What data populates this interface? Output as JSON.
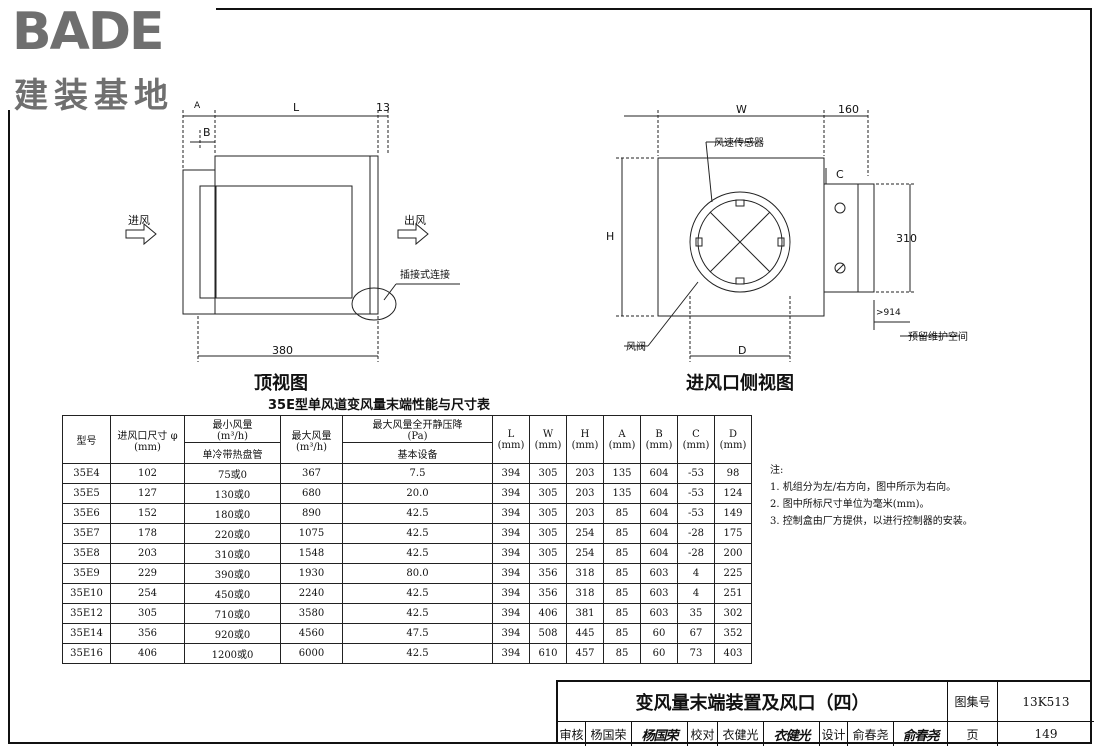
{
  "brand": {
    "logo": "BADE",
    "subtitle": "建装基地"
  },
  "top_view": {
    "title": "顶视图",
    "dim_A": "A",
    "dim_L": "L",
    "dim_13": "13",
    "dim_B": "B",
    "dim_380": "380",
    "inlet": "进风",
    "outlet": "出风",
    "slip_joint": "插接式连接"
  },
  "side_view": {
    "title": "进风口侧视图",
    "dim_W": "W",
    "dim_160": "160",
    "dim_H": "H",
    "dim_C": "C",
    "dim_310": "310",
    "dim_D": "D",
    "sensor": "风速传感器",
    "damper": "风阀",
    "clearance": ">914",
    "maintenance": "预留维护空间"
  },
  "table": {
    "title": "35E型单风道变风量末端性能与尺寸表",
    "headers": {
      "model": "型号",
      "inlet_size": "进风口尺寸 φ",
      "inlet_unit": "(mm)",
      "min_air": "最小风量",
      "min_air_unit": "(m³/h)",
      "min_air_sub": "单冷带热盘管",
      "max_air": "最大风量",
      "max_air_unit": "(m³/h)",
      "pressure": "最大风量全开静压降",
      "pressure_unit": "(Pa)",
      "pressure_sub": "基本设备",
      "L": "L",
      "W": "W",
      "H": "H",
      "A": "A",
      "B": "B",
      "C": "C",
      "D": "D",
      "mm": "(mm)"
    },
    "rows": [
      [
        "35E4",
        "102",
        "75或0",
        "367",
        "7.5",
        "394",
        "305",
        "203",
        "135",
        "604",
        "-53",
        "98"
      ],
      [
        "35E5",
        "127",
        "130或0",
        "680",
        "20.0",
        "394",
        "305",
        "203",
        "135",
        "604",
        "-53",
        "124"
      ],
      [
        "35E6",
        "152",
        "180或0",
        "890",
        "42.5",
        "394",
        "305",
        "203",
        "85",
        "604",
        "-53",
        "149"
      ],
      [
        "35E7",
        "178",
        "220或0",
        "1075",
        "42.5",
        "394",
        "305",
        "254",
        "85",
        "604",
        "-28",
        "175"
      ],
      [
        "35E8",
        "203",
        "310或0",
        "1548",
        "42.5",
        "394",
        "305",
        "254",
        "85",
        "604",
        "-28",
        "200"
      ],
      [
        "35E9",
        "229",
        "390或0",
        "1930",
        "80.0",
        "394",
        "356",
        "318",
        "85",
        "603",
        "4",
        "225"
      ],
      [
        "35E10",
        "254",
        "450或0",
        "2240",
        "42.5",
        "394",
        "356",
        "318",
        "85",
        "603",
        "4",
        "251"
      ],
      [
        "35E12",
        "305",
        "710或0",
        "3580",
        "42.5",
        "394",
        "406",
        "381",
        "85",
        "603",
        "35",
        "302"
      ],
      [
        "35E14",
        "356",
        "920或0",
        "4560",
        "47.5",
        "394",
        "508",
        "445",
        "85",
        "60",
        "67",
        "352"
      ],
      [
        "35E16",
        "406",
        "1200或0",
        "6000",
        "42.5",
        "394",
        "610",
        "457",
        "85",
        "60",
        "73",
        "403"
      ]
    ]
  },
  "notes": {
    "heading": "注:",
    "items": [
      "1. 机组分为左/右方向，图中所示为右向。",
      "2. 图中所标尺寸单位为毫米(mm)。",
      "3. 控制盒由厂方提供，以进行控制器的安装。"
    ]
  },
  "title_block": {
    "title": "变风量末端装置及风口（四）",
    "atlas_label": "图集号",
    "atlas_no": "13K513",
    "reviewer_label": "审核",
    "reviewer": "杨国荣",
    "reviewer_sign": "杨国荣",
    "checker_label": "校对",
    "checker": "衣健光",
    "checker_sign": "衣健光",
    "designer_label": "设计",
    "designer": "俞春尧",
    "designer_sign": "俞春尧",
    "page_label": "页",
    "page_no": "149"
  }
}
